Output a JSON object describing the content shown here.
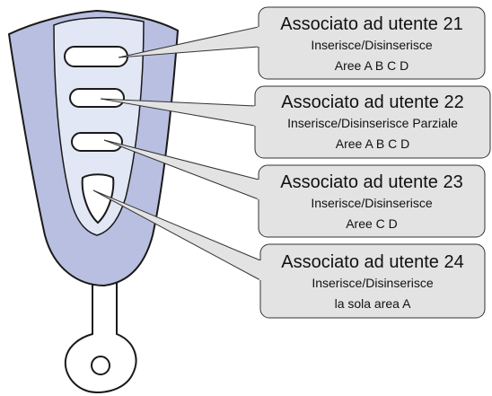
{
  "colors": {
    "remote_body": "#b9bfe0",
    "remote_panel": "#e2e7f5",
    "button_fill": "#ffffff",
    "keyring": "#ffffff",
    "outline": "#1a1a1a",
    "callout_fill": "#e3e3e3",
    "callout_stroke": "#333333",
    "text": "#111111"
  },
  "icons": [
    "remote-control-keyfob"
  ],
  "callouts": [
    {
      "title": "Associato ad utente 21",
      "line1": "Inserisce/Disinserisce",
      "line2": "Aree A B C D"
    },
    {
      "title": "Associato ad utente 22",
      "line1": "Inserisce/Disinserisce Parziale",
      "line2": "Aree A B C D"
    },
    {
      "title": "Associato ad utente 23",
      "line1": "Inserisce/Disinserisce",
      "line2": "Aree  C D"
    },
    {
      "title": "Associato ad utente 24",
      "line1": "Inserisce/Disinserisce",
      "line2": "la sola area A"
    }
  ]
}
